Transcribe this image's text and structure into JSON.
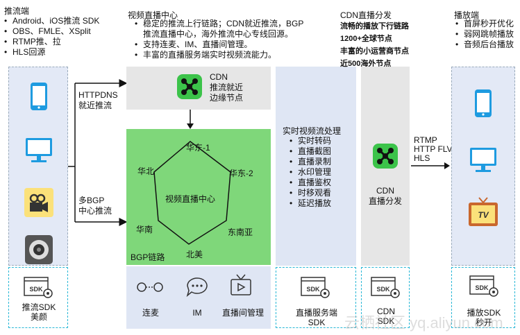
{
  "col1": {
    "title": "推流端",
    "bullets": [
      "Android、iOS推流 SDK",
      "OBS、FMLE、XSplit",
      "RTMP推、拉",
      "HLS回源"
    ],
    "sdk_label": "推流SDK",
    "sdk_sub": "美颜"
  },
  "col2": {
    "title": "视频直播中心",
    "bullets": [
      "稳定的推流上行链路；CDN就近推流，BGP",
      "推流直播中心，海外推流中心专线回源。",
      "支持连麦、IM、直播间管理。",
      "丰富的直播服务端实时视频流能力。"
    ],
    "cdn_line1": "CDN",
    "cdn_line2": "推流就近",
    "cdn_line3": "边缘节点",
    "hub": "视频直播中心",
    "nodes": [
      "华东-1",
      "华东-2",
      "华北",
      "华南",
      "北美",
      "东南亚"
    ],
    "bgp_label": "BGP链路",
    "features": [
      "连麦",
      "IM",
      "直播间管理"
    ]
  },
  "arrows": {
    "httpdns_1": "HTTPDNS",
    "httpdns_2": "就近推流",
    "bgp_1": "多BGP",
    "bgp_2": "中心推流",
    "protocols": [
      "RTMP",
      "HTTP FLV",
      "HLS"
    ]
  },
  "col3": {
    "title": "实时视频流处理",
    "bullets": [
      "实时转码",
      "直播截图",
      "直播录制",
      "水印管理",
      "直播鉴权",
      "时移观看",
      "延迟播放"
    ],
    "sdk_line1": "直播服务端",
    "sdk_line2": "SDK"
  },
  "col4": {
    "title": "CDN直播分发",
    "bullets": [
      "流畅的播放下行链路",
      "1200+全球节点",
      "丰富的小运营商节点",
      "近500海外节点"
    ],
    "cdn_line1": "CDN",
    "cdn_line2": "直播分发",
    "sdk_line1": "CDN",
    "sdk_line2": "SDK"
  },
  "col5": {
    "title": "播放端",
    "bullets": [
      "首屏秒开优化",
      "弱网跳帧播放",
      "音频后台播放"
    ],
    "sdk_line1": "播放SDK",
    "sdk_line2": "秒开",
    "tv_text": "TV"
  },
  "sdk_icon_text": "SDK",
  "watermark": "云栖社区 yq.aliyun.com",
  "colors": {
    "panel": "#dfe6f4",
    "green": "#7fd77a",
    "cdn_icon": "#3cc34a",
    "sdk_border": "#27b7d6",
    "device_blue": "#1e9be0"
  }
}
